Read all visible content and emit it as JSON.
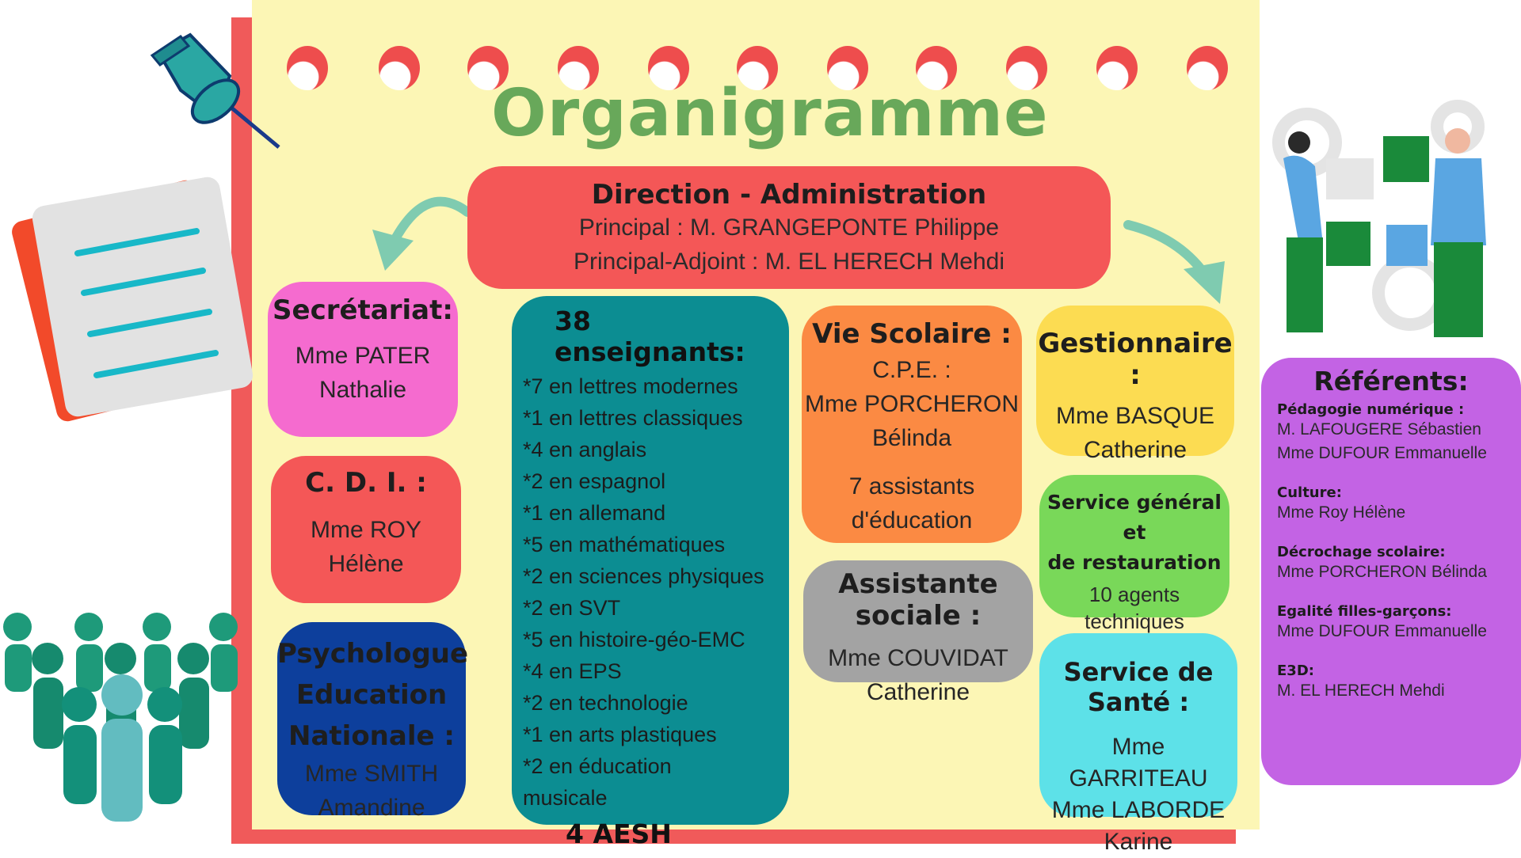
{
  "title": "Organigramme",
  "direction": {
    "heading": "Direction - Administration",
    "lines": [
      "Principal : M. GRANGEPONTE Philippe",
      "Principal-Adjoint : M. EL HERECH Mehdi"
    ]
  },
  "secretariat": {
    "heading": "Secrétariat:",
    "lines": [
      "Mme PATER",
      "Nathalie"
    ]
  },
  "cdi": {
    "heading": "C. D. I. :",
    "lines": [
      "Mme ROY",
      "Hélène"
    ]
  },
  "psychologue": {
    "heading": [
      "Psychologue",
      "Education",
      "Nationale :"
    ],
    "lines": [
      "Mme SMITH",
      "Amandine"
    ]
  },
  "enseignants": {
    "heading": "38 enseignants:",
    "rows": [
      "*7 en lettres modernes",
      "*1 en lettres classiques",
      "*4 en anglais",
      "*2 en espagnol",
      "*1 en allemand",
      "*5 en mathématiques",
      "*2 en sciences physiques",
      "*2 en SVT",
      "*5 en histoire-géo-EMC",
      "*4 en EPS",
      "*2 en technologie",
      "*1 en arts plastiques",
      "*2 en éducation",
      "musicale"
    ],
    "aesh": "4 AESH"
  },
  "vie_scolaire": {
    "heading": "Vie Scolaire :",
    "lines": [
      "C.P.E. :",
      "Mme PORCHERON",
      "Bélinda"
    ],
    "assistants": [
      "7 assistants",
      "d'éducation"
    ]
  },
  "assistante_sociale": {
    "heading": "Assistante sociale :",
    "lines": [
      "Mme COUVIDAT",
      "Catherine"
    ]
  },
  "gestionnaire": {
    "heading": "Gestionnaire :",
    "lines": [
      "Mme BASQUE",
      "Catherine"
    ]
  },
  "service_general": {
    "heading": [
      "Service général et",
      "de restauration"
    ],
    "lines": [
      "10 agents",
      "techniques"
    ]
  },
  "sante": {
    "heading": "Service de Santé :",
    "lines": [
      "Mme GARRITEAU",
      "Mme LABORDE",
      "Karine"
    ]
  },
  "referents": {
    "heading": "Référents:",
    "groups": [
      {
        "category": "Pédagogie numérique :",
        "names": [
          "M. LAFOUGERE Sébastien",
          "Mme DUFOUR Emmanuelle"
        ]
      },
      {
        "category": "Culture:",
        "names": [
          "Mme Roy Hélène"
        ]
      },
      {
        "category": "Décrochage scolaire:",
        "names": [
          "Mme PORCHERON Bélinda"
        ]
      },
      {
        "category": "Egalité filles-garçons:",
        "names": [
          "Mme DUFOUR Emmanuelle"
        ]
      },
      {
        "category": "E3D:",
        "names": [
          "M. EL HERECH Mehdi"
        ]
      }
    ]
  },
  "colors": {
    "paper": "#fcf6b5",
    "paper_border": "#f05a5a",
    "title": "#68a85a",
    "direction": "#f45757",
    "secretariat": "#f56bcf",
    "cdi": "#f45757",
    "psychologue": "#0d3f9c",
    "enseignants": "#0c8d92",
    "vie_scolaire": "#fb8a43",
    "assistante_sociale": "#a3a3a3",
    "gestionnaire": "#fcdc52",
    "service_general": "#79d859",
    "sante": "#5de1e8",
    "referents": "#c363e4",
    "arrow": "#7fcbb0"
  },
  "icons": [
    "pushpin-icon",
    "notepad-icon",
    "people-group-icon",
    "puzzle-team-icon",
    "arrow-left-icon",
    "arrow-right-icon"
  ]
}
